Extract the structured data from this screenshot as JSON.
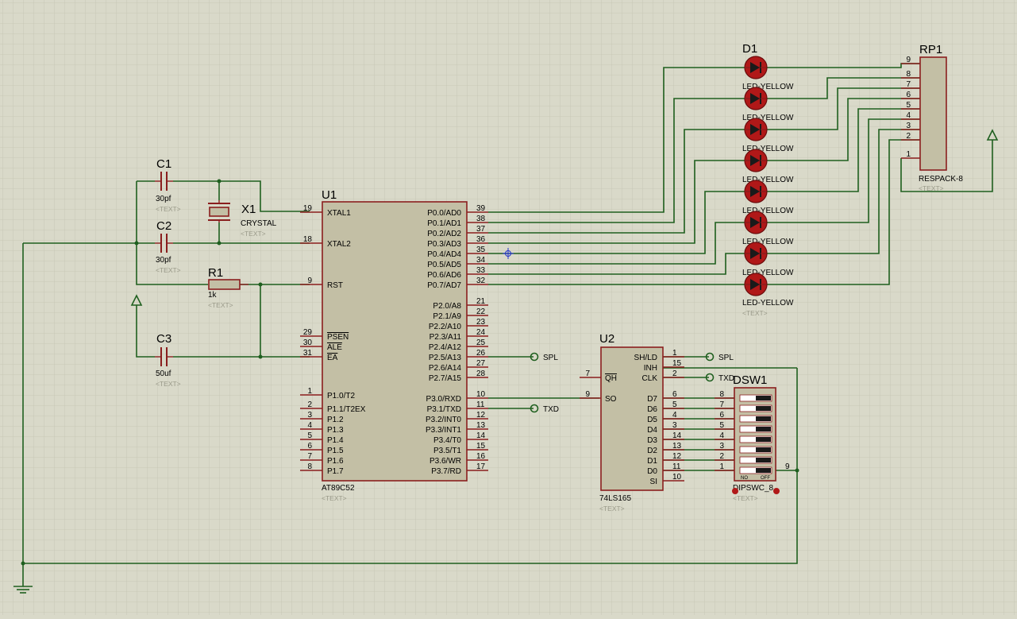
{
  "text_placeholder": "<TEXT>",
  "components": {
    "c1": {
      "ref": "C1",
      "value": "30pf"
    },
    "c2": {
      "ref": "C2",
      "value": "30pf"
    },
    "c3": {
      "ref": "C3",
      "value": "50uf"
    },
    "x1": {
      "ref": "X1",
      "value": "CRYSTAL"
    },
    "r1": {
      "ref": "R1",
      "value": "1k"
    },
    "u1": {
      "ref": "U1",
      "value": "AT89C52",
      "left_pins": [
        {
          "num": "19",
          "name": "XTAL1"
        },
        {
          "num": "18",
          "name": "XTAL2"
        },
        {
          "num": "9",
          "name": "RST"
        },
        {
          "num": "29",
          "name": "PSEN"
        },
        {
          "num": "30",
          "name": "ALE"
        },
        {
          "num": "31",
          "name": "EA"
        },
        {
          "num": "1",
          "name": "P1.0/T2"
        },
        {
          "num": "2",
          "name": "P1.1/T2EX"
        },
        {
          "num": "3",
          "name": "P1.2"
        },
        {
          "num": "4",
          "name": "P1.3"
        },
        {
          "num": "5",
          "name": "P1.4"
        },
        {
          "num": "6",
          "name": "P1.5"
        },
        {
          "num": "7",
          "name": "P1.6"
        },
        {
          "num": "8",
          "name": "P1.7"
        }
      ],
      "right_pins": [
        {
          "num": "39",
          "name": "P0.0/AD0"
        },
        {
          "num": "38",
          "name": "P0.1/AD1"
        },
        {
          "num": "37",
          "name": "P0.2/AD2"
        },
        {
          "num": "36",
          "name": "P0.3/AD3"
        },
        {
          "num": "35",
          "name": "P0.4/AD4"
        },
        {
          "num": "34",
          "name": "P0.5/AD5"
        },
        {
          "num": "33",
          "name": "P0.6/AD6"
        },
        {
          "num": "32",
          "name": "P0.7/AD7"
        },
        {
          "num": "21",
          "name": "P2.0/A8"
        },
        {
          "num": "22",
          "name": "P2.1/A9"
        },
        {
          "num": "23",
          "name": "P2.2/A10"
        },
        {
          "num": "24",
          "name": "P2.3/A11"
        },
        {
          "num": "25",
          "name": "P2.4/A12"
        },
        {
          "num": "26",
          "name": "P2.5/A13"
        },
        {
          "num": "27",
          "name": "P2.6/A14"
        },
        {
          "num": "28",
          "name": "P2.7/A15"
        },
        {
          "num": "10",
          "name": "P3.0/RXD"
        },
        {
          "num": "11",
          "name": "P3.1/TXD"
        },
        {
          "num": "12",
          "name": "P3.2/INT0"
        },
        {
          "num": "13",
          "name": "P3.3/INT1"
        },
        {
          "num": "14",
          "name": "P3.4/T0"
        },
        {
          "num": "15",
          "name": "P3.5/T1"
        },
        {
          "num": "16",
          "name": "P3.6/WR"
        },
        {
          "num": "17",
          "name": "P3.7/RD"
        }
      ]
    },
    "u2": {
      "ref": "U2",
      "value": "74LS165",
      "left_pins": [
        {
          "num": "7",
          "name": "QH"
        },
        {
          "num": "9",
          "name": "SO"
        }
      ],
      "right_pins": [
        {
          "num": "1",
          "name": "SH/LD"
        },
        {
          "num": "15",
          "name": "INH"
        },
        {
          "num": "2",
          "name": "CLK"
        },
        {
          "num": "6",
          "name": "D7"
        },
        {
          "num": "5",
          "name": "D6"
        },
        {
          "num": "4",
          "name": "D5"
        },
        {
          "num": "3",
          "name": "D4"
        },
        {
          "num": "14",
          "name": "D3"
        },
        {
          "num": "13",
          "name": "D2"
        },
        {
          "num": "12",
          "name": "D1"
        },
        {
          "num": "11",
          "name": "D0"
        },
        {
          "num": "10",
          "name": "SI"
        }
      ]
    },
    "d1": {
      "ref": "D1",
      "value": "LED-YELLOW",
      "count": 8
    },
    "rp1": {
      "ref": "RP1",
      "value": "RESPACK-8",
      "pins": [
        "9",
        "8",
        "7",
        "6",
        "5",
        "4",
        "3",
        "2",
        "1"
      ]
    },
    "dsw1": {
      "ref": "DSW1",
      "value": "DIPSWC_8",
      "pins": [
        "8",
        "7",
        "6",
        "5",
        "4",
        "3",
        "2",
        "1"
      ],
      "common_pin": "9",
      "switch_labels": [
        "NO",
        "OFF"
      ]
    }
  },
  "terminals": {
    "spl": "SPL",
    "txd": "TXD"
  },
  "colors": {
    "background": "#d9d9c9",
    "wire": "#1f5f1f",
    "component": "#8a1e1e",
    "body": "#c3bfa5"
  }
}
